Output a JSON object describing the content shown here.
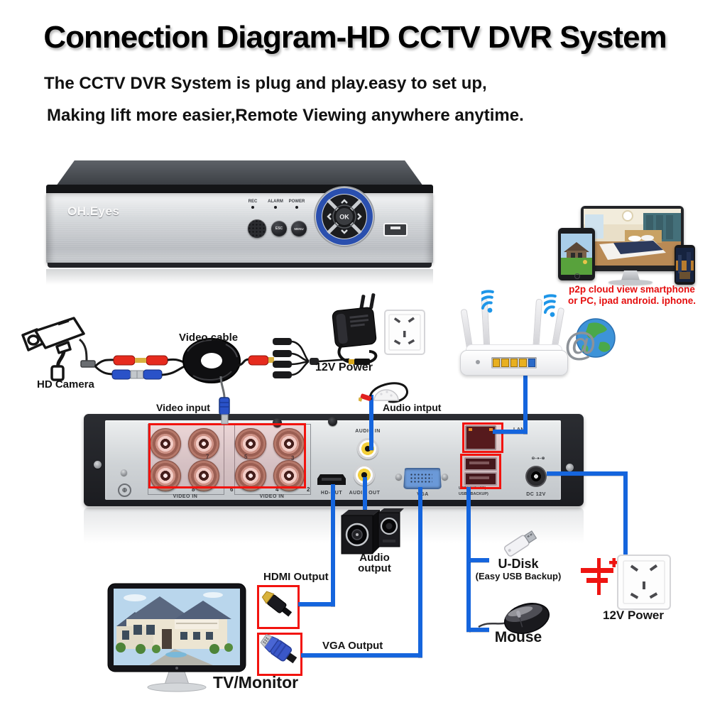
{
  "title": "Connection Diagram-HD CCTV DVR System",
  "subtitle1": "The CCTV DVR System is plug and play.easy to set up,",
  "subtitle2": "Making lift more easier,Remote Viewing anywhere anytime.",
  "dvr_front": {
    "brand": "OH.Eyes",
    "led_rec": "REC",
    "led_alarm": "ALARM",
    "led_power": "POWER",
    "btn_esc": "ESC",
    "btn_menu": "MENU",
    "btn_ok": "OK"
  },
  "cloud": {
    "caption1": "p2p cloud view smartphone",
    "caption2": "or PC, ipad android. iphone."
  },
  "labels": {
    "hd_camera": "HD Camera",
    "video_cable": "Video cable",
    "power_top": "12V Power",
    "video_input": "Video input",
    "audio_input": "Audio intput",
    "audio_out1": "Audio",
    "audio_out2": "output",
    "hdmi_output": "HDMI Output",
    "vga_output": "VGA Output",
    "tv_monitor": "TV/Monitor",
    "u_disk": "U-Disk",
    "u_disk_sub": "(Easy USB Backup)",
    "mouse": "Mouse",
    "power_bottom": "12V Power"
  },
  "rear_panel": {
    "video_in_a": "VIDEO IN",
    "video_in_b": "VIDEO IN",
    "hd_out": "HD-OUT",
    "audio_in": "AUDIO IN",
    "audio_out": "AUDIO OUT",
    "vga": "VGA",
    "lan": "LAN",
    "usb1": "USB1(MOUSE)",
    "usb2": "USB2(BACKUP)",
    "dc": "DC 12V",
    "polarity": "⊖–●–⊕",
    "bnc_top": [
      "7",
      "5",
      "3"
    ],
    "bnc_bottom": [
      "8",
      "6",
      "4",
      "2"
    ]
  },
  "colors": {
    "connection_line": "#1565dd",
    "highlight_box": "#f2130e",
    "p2p_text": "#e50e0e"
  }
}
